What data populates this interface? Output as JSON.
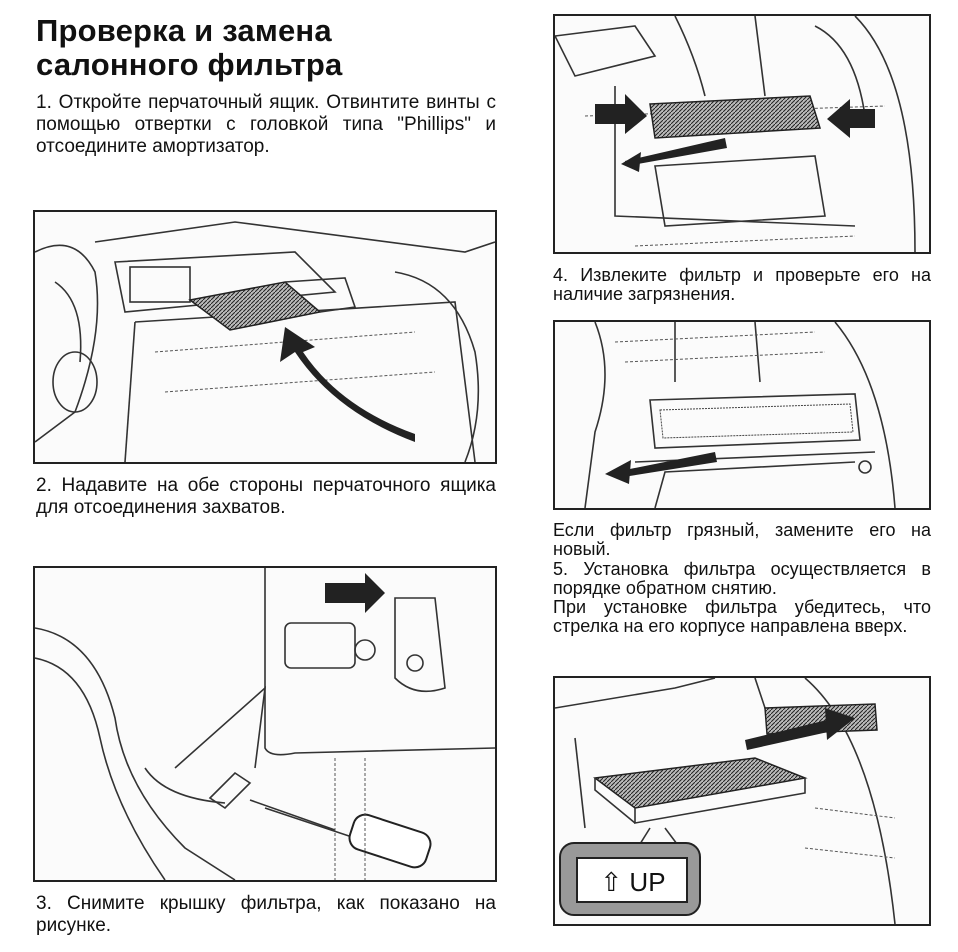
{
  "title_line1": "Проверка и замена",
  "title_line2": "салонного фильтра",
  "step1": "1. Откройте перчаточный ящик. Отвинтите винты с помощью отвертки с головкой типа \"Phillips\" и отсоедините амортизатор.",
  "step2": "2. Надавите на обе стороны перчаточного ящика для отсоединения захватов.",
  "step3": "3. Снимите крышку фильтра, как показано на рисунке.",
  "step4": "4. Извлеките фильтр и проверьте его на наличие загрязнения.",
  "step4b": "Если фильтр грязный, замените его на новый.",
  "step5": "5. Установка фильтра осуществляется в порядке обратном снятию.",
  "step5b": "При установке фильтра убедитесь, что стрелка на его корпусе направлена вверх.",
  "label_up": "⇧ UP"
}
